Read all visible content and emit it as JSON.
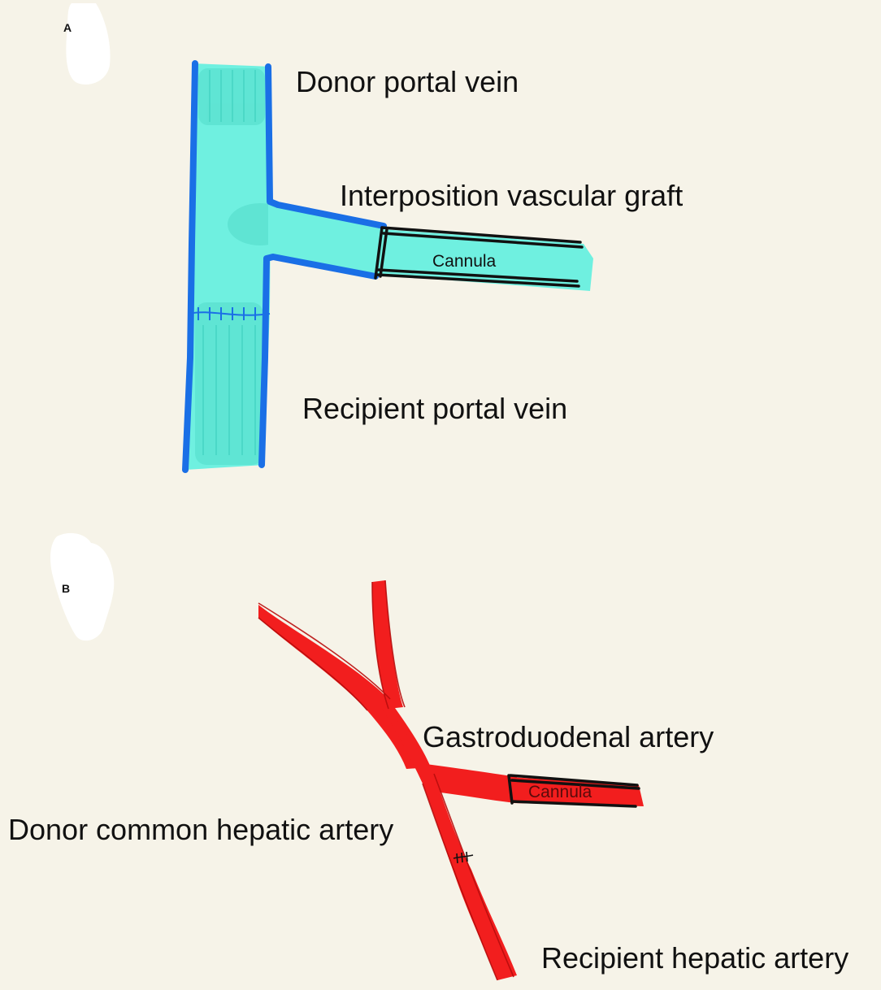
{
  "panels": {
    "a": {
      "letter": "A",
      "labels": {
        "donor_portal_vein": "Donor portal vein",
        "interposition_graft": "Interposition vascular graft",
        "cannula": "Cannula",
        "recipient_portal_vein": "Recipient portal vein"
      }
    },
    "b": {
      "letter": "B",
      "labels": {
        "gastroduodenal_artery": "Gastroduodenal artery",
        "cannula": "Cannula",
        "donor_common_hepatic_artery": "Donor common hepatic artery",
        "recipient_hepatic_artery": "Recipient hepatic artery"
      }
    }
  },
  "colors": {
    "background": "#f6f3e8",
    "vein_fill": "#6ff0e0",
    "vein_outline": "#1a6fe6",
    "artery_fill": "#f21e1e",
    "artery_dark": "#c40f0f",
    "cannula_outline": "#111111",
    "blob": "#ffffff"
  }
}
